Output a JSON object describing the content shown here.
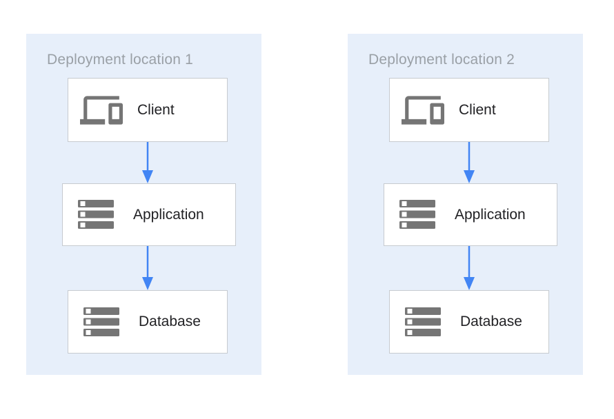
{
  "colors": {
    "panel_bg": "#e7effa",
    "box_bg": "#ffffff",
    "box_border": "#c6cacf",
    "icon_gray": "#757575",
    "label_color": "#212124",
    "title_color": "#9aa0a6",
    "arrow_blue": "#4285f4"
  },
  "diagram": {
    "type": "architecture-flow",
    "panels": [
      {
        "title": "Deployment location 1",
        "nodes": [
          {
            "label": "Client",
            "icon": "client-devices-icon"
          },
          {
            "label": "Application",
            "icon": "server-stack-icon"
          },
          {
            "label": "Database",
            "icon": "server-stack-icon"
          }
        ],
        "edges": [
          {
            "from": "Client",
            "to": "Application",
            "style": "arrow-down"
          },
          {
            "from": "Application",
            "to": "Database",
            "style": "arrow-down"
          }
        ]
      },
      {
        "title": "Deployment location 2",
        "nodes": [
          {
            "label": "Client",
            "icon": "client-devices-icon"
          },
          {
            "label": "Application",
            "icon": "server-stack-icon"
          },
          {
            "label": "Database",
            "icon": "server-stack-icon"
          }
        ],
        "edges": [
          {
            "from": "Client",
            "to": "Application",
            "style": "arrow-down"
          },
          {
            "from": "Application",
            "to": "Database",
            "style": "arrow-down"
          }
        ]
      }
    ]
  }
}
